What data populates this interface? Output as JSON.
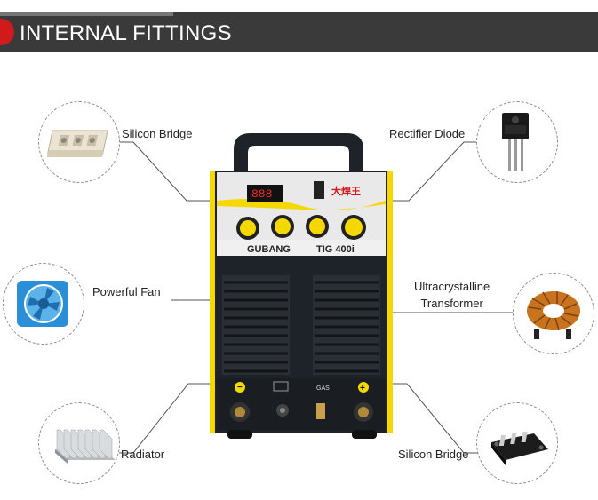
{
  "header": {
    "title": "INTERNAL FITTINGS"
  },
  "components": {
    "silicon_bridge_top": "Silicon Bridge",
    "rectifier_diode": "Rectifier Diode",
    "powerful_fan": "Powerful Fan",
    "transformer_line1": "Ultracrystalline",
    "transformer_line2": "Transformer",
    "radiator": "Radiator",
    "silicon_bridge_bottom": "Silicon Bridge"
  },
  "machine": {
    "display_value": "888",
    "brand": "GUBANG",
    "model": "TIG 400i",
    "chinese_label": "大焊王",
    "gas_label": "GAS",
    "minus_symbol": "−",
    "plus_symbol": "+"
  },
  "colors": {
    "header_bg": "#3a3a3a",
    "accent_red": "#d11a1a",
    "machine_yellow": "#f5d800",
    "machine_dark": "#1e2229",
    "fan_blue": "#2a8fd6",
    "transformer_copper": "#c9731f"
  }
}
